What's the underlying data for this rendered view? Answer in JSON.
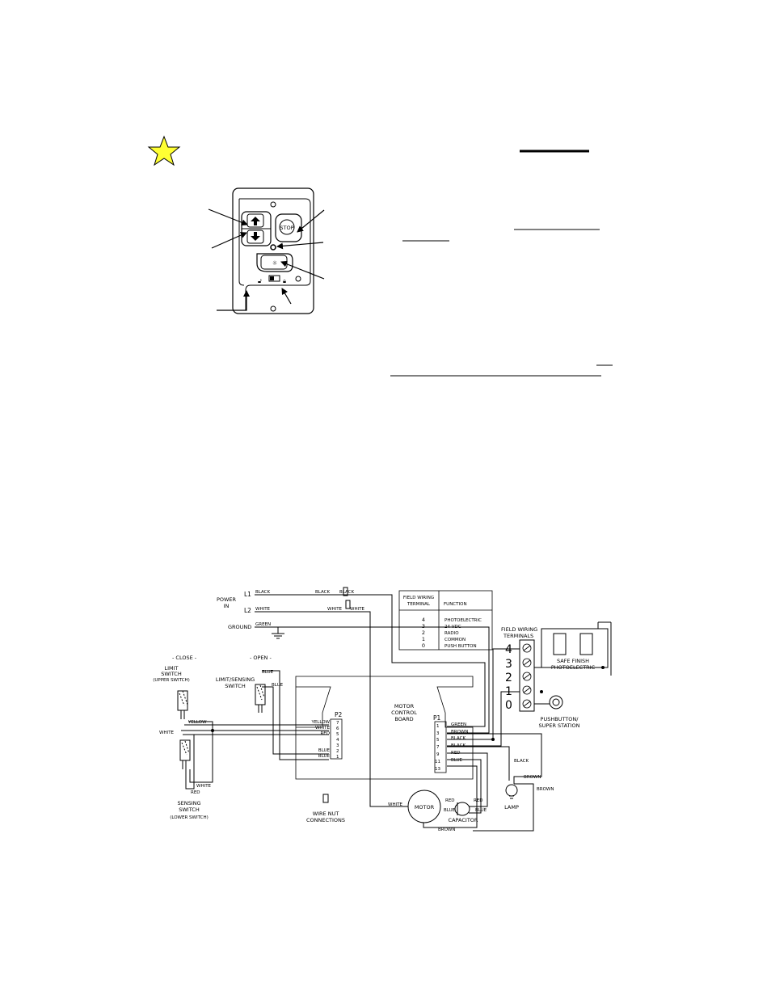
{
  "remote": {
    "stop_label": "STOP"
  },
  "power": {
    "title_line1": "POWER",
    "title_line2": "IN",
    "l1": "L1",
    "l2": "L2",
    "ground": "GROUND",
    "l1_color_a": "BLACK",
    "l1_color_b": "BLACK",
    "l1_color_c": "BLACK",
    "l2_color_a": "WHITE",
    "l2_color_b": "WHITE",
    "l2_color_c": "WHITE",
    "ground_color": "GREEN"
  },
  "function_table": {
    "header_terminal_1": "FIELD WIRING",
    "header_terminal_2": "TERMINAL",
    "header_function": "FUNCTION",
    "rows": [
      {
        "terminal": "4",
        "function": "PHOTOELECTRIC"
      },
      {
        "terminal": "3",
        "function": "24 VDC"
      },
      {
        "terminal": "2",
        "function": "RADIO"
      },
      {
        "terminal": "1",
        "function": "COMMON"
      },
      {
        "terminal": "0",
        "function": "PUSH BUTTON"
      }
    ]
  },
  "field_terminals": {
    "title_line1": "FIELD WIRING",
    "title_line2": "TERMINALS",
    "numbers": [
      "4",
      "3",
      "2",
      "1",
      "0"
    ]
  },
  "photoelectric": {
    "line1": "SAFE FINISH",
    "line2": "PHOTOELECTRIC"
  },
  "pushbutton": {
    "line1": "PUSHBUTTON/",
    "line2": "SUPER STATION"
  },
  "close_label": "- CLOSE -",
  "open_label": "- OPEN -",
  "limit_switch": {
    "line1": "LIMIT",
    "line2": "SWITCH",
    "line3": "(UPPER SWITCH)"
  },
  "limit_sensing": {
    "line1": "LIMIT/SENSING",
    "line2": "SWITCH"
  },
  "sensing_switch": {
    "line1": "SENSING",
    "line2": "SWITCH",
    "line3": "(LOWER SWITCH)"
  },
  "board": {
    "line1": "MOTOR",
    "line2": "CONTROL",
    "line3": "BOARD",
    "p2": "P2",
    "p1": "P1",
    "p2_pins": [
      "7",
      "6",
      "5",
      "4",
      "3",
      "2",
      "1"
    ],
    "p2_wires": [
      "YELLOW",
      "WHITE",
      "RED",
      "",
      "",
      "BLUE",
      "BLUE"
    ],
    "p1_pins": [
      "1",
      "3",
      "5",
      "7",
      "9",
      "11",
      "13"
    ],
    "p1_wires": [
      "GREEN",
      "BROWN",
      "BLACK",
      "BLACK",
      "RED",
      "BLUE",
      ""
    ]
  },
  "wires": {
    "yellow": "YELLOW",
    "white_a": "WHITE",
    "white_b": "WHITE",
    "red": "RED",
    "blue_a": "BLUE",
    "blue_b": "BLUE",
    "motor_white": "WHITE",
    "cap_red_a": "RED",
    "cap_red_b": "RED",
    "cap_blue_a": "BLUE",
    "cap_blue_b": "BLUE",
    "motor_brown": "BROWN",
    "lamp_black": "BLACK",
    "lamp_brown_a": "BROWN",
    "lamp_brown_b": "BROWN"
  },
  "wire_nut": {
    "line1": "WIRE NUT",
    "line2": "CONNECTIONS"
  },
  "motor_label": "MOTOR",
  "capacitor_label": "CAPACITOR",
  "lamp_label": "LAMP",
  "colors": {
    "star_fill": "#ffff33",
    "ink": "#000000"
  }
}
